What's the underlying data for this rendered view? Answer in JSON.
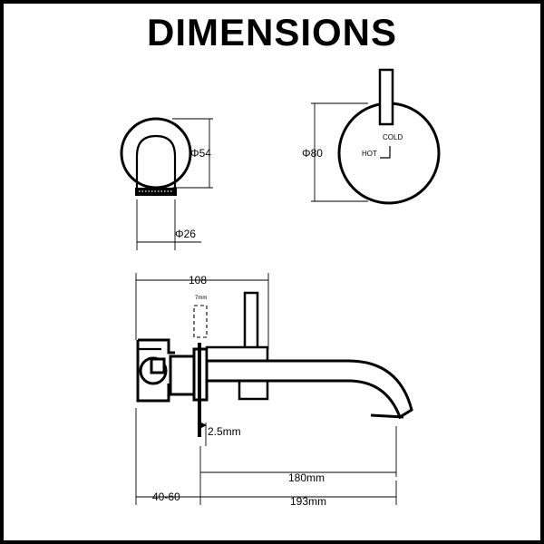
{
  "title": "DIMENSIONS",
  "spout_front": {
    "outer_diameter": "Φ54",
    "inner_diameter": "Φ26"
  },
  "mixer_front": {
    "diameter": "Φ80",
    "cold_label": "COLD",
    "hot_label": "HOT"
  },
  "side_view": {
    "width_top": "108",
    "plate_gap": "7mm",
    "plate_thickness": "2.5mm",
    "spout_reach": "180mm",
    "wall_depth": "40-60",
    "total_length": "193mm"
  },
  "colors": {
    "line": "#000000",
    "background": "#ffffff"
  }
}
